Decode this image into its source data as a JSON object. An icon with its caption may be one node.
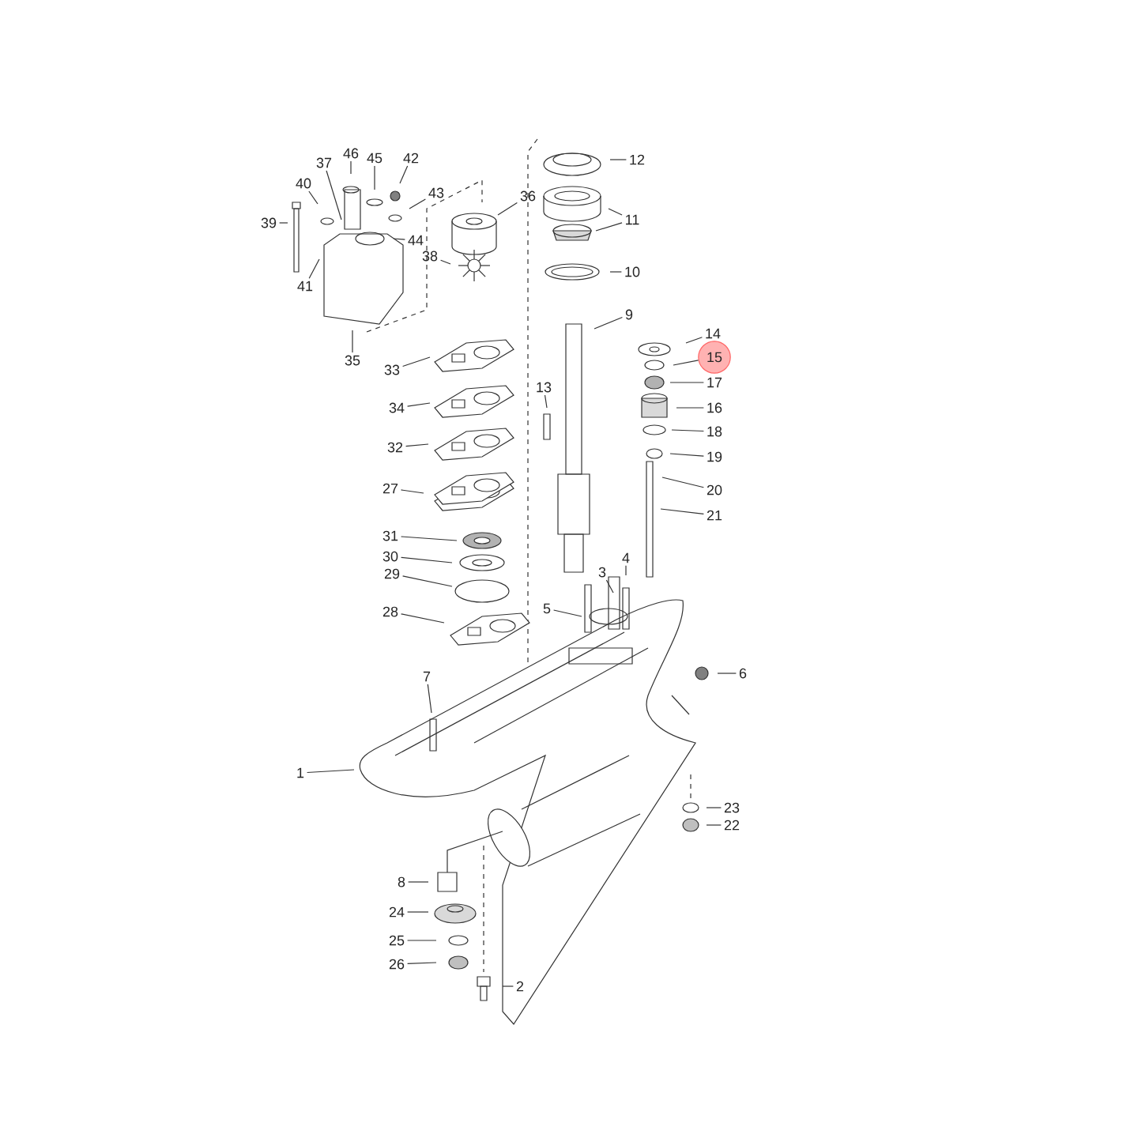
{
  "diagram": {
    "nodes": [
      {
        "text": [
          "46"
        ]
      },
      {
        "text": [
          "12"
        ]
      },
      {
        "text": [
          "37"
        ]
      },
      {
        "text": [
          "42"
        ]
      },
      {
        "text": [
          "45"
        ]
      },
      {
        "text": [
          "40"
        ]
      },
      {
        "text": [
          "43"
        ]
      },
      {
        "text": [
          "11"
        ]
      },
      {
        "text": [
          "39"
        ]
      },
      {
        "text": [
          "36"
        ]
      },
      {
        "text": [
          "44"
        ]
      },
      {
        "text": [
          "38"
        ]
      },
      {
        "text": [
          "10"
        ]
      },
      {
        "text": [
          "41"
        ]
      },
      {
        "text": [
          "9"
        ]
      },
      {
        "text": [
          "14"
        ]
      },
      {
        "text": [
          "35"
        ]
      },
      {
        "text": [
          "15"
        ]
      },
      {
        "text": [
          "33"
        ]
      },
      {
        "text": [
          "17"
        ]
      },
      {
        "text": [
          "13"
        ]
      },
      {
        "text": [
          "34"
        ]
      },
      {
        "text": [
          "16"
        ]
      },
      {
        "text": [
          "18"
        ]
      },
      {
        "text": [
          "32"
        ]
      },
      {
        "text": [
          "19"
        ]
      },
      {
        "text": [
          "20"
        ]
      },
      {
        "text": [
          "27"
        ]
      },
      {
        "text": [
          "21"
        ]
      },
      {
        "text": [
          "31"
        ]
      },
      {
        "text": [
          "30"
        ]
      },
      {
        "text": [
          "29"
        ]
      },
      {
        "text": [
          "3"
        ]
      },
      {
        "text": [
          "4"
        ]
      },
      {
        "text": [
          "5"
        ]
      },
      {
        "text": [
          "28"
        ]
      },
      {
        "text": [
          "6"
        ]
      },
      {
        "text": [
          "7"
        ]
      },
      {
        "text": [
          "1"
        ]
      },
      {
        "text": [
          "23"
        ]
      },
      {
        "text": [
          "22"
        ]
      },
      {
        "text": [
          "8"
        ]
      },
      {
        "text": [
          "24"
        ]
      },
      {
        "text": [
          "25"
        ]
      },
      {
        "text": [
          "26"
        ]
      },
      {
        "text": [
          "2"
        ]
      }
    ],
    "edges": [
      {
        "from": 0,
        "to": null,
        "arrow": "none"
      },
      {
        "from": 1,
        "to": null,
        "arrow": "none"
      },
      {
        "from": 2,
        "to": null,
        "arrow": "none"
      },
      {
        "from": 3,
        "to": null,
        "arrow": "none"
      },
      {
        "from": 4,
        "to": null,
        "arrow": "none"
      },
      {
        "from": 5,
        "to": null,
        "arrow": "none"
      },
      {
        "from": 6,
        "to": null,
        "arrow": "none"
      },
      {
        "from": 7,
        "to": null,
        "arrow": "none"
      },
      {
        "from": 7,
        "to": null,
        "arrow": "none"
      },
      {
        "from": 8,
        "to": null,
        "arrow": "none"
      },
      {
        "from": 9,
        "to": null,
        "arrow": "none"
      },
      {
        "from": 10,
        "to": null,
        "arrow": "none"
      },
      {
        "from": 11,
        "to": null,
        "arrow": "none"
      },
      {
        "from": 12,
        "to": null,
        "arrow": "none"
      },
      {
        "from": 13,
        "to": null,
        "arrow": "none"
      },
      {
        "from": 14,
        "to": null,
        "arrow": "none"
      },
      {
        "from": 15,
        "to": null,
        "arrow": "none"
      },
      {
        "from": 16,
        "to": null,
        "arrow": "none"
      },
      {
        "from": 17,
        "to": null,
        "arrow": "none"
      },
      {
        "from": 18,
        "to": null,
        "arrow": "none"
      },
      {
        "from": 19,
        "to": null,
        "arrow": "none"
      },
      {
        "from": 20,
        "to": null,
        "arrow": "none"
      },
      {
        "from": 21,
        "to": null,
        "arrow": "none"
      },
      {
        "from": 22,
        "to": null,
        "arrow": "none"
      },
      {
        "from": 23,
        "to": null,
        "arrow": "none"
      },
      {
        "from": 24,
        "to": null,
        "arrow": "none"
      },
      {
        "from": 25,
        "to": null,
        "arrow": "none"
      },
      {
        "from": 26,
        "to": null,
        "arrow": "none"
      },
      {
        "from": 27,
        "to": null,
        "arrow": "none"
      },
      {
        "from": 28,
        "to": null,
        "arrow": "none"
      },
      {
        "from": 29,
        "to": null,
        "arrow": "none"
      },
      {
        "from": 30,
        "to": null,
        "arrow": "none"
      },
      {
        "from": 31,
        "to": null,
        "arrow": "none"
      },
      {
        "from": 32,
        "to": null,
        "arrow": "none"
      },
      {
        "from": 33,
        "to": null,
        "arrow": "none"
      },
      {
        "from": 34,
        "to": null,
        "arrow": "none"
      },
      {
        "from": 35,
        "to": null,
        "arrow": "none"
      },
      {
        "from": 36,
        "to": null,
        "arrow": "none"
      },
      {
        "from": 37,
        "to": null,
        "arrow": "none"
      },
      {
        "from": 38,
        "to": null,
        "arrow": "none"
      },
      {
        "from": 39,
        "to": null,
        "arrow": "none"
      },
      {
        "from": 40,
        "to": null,
        "arrow": "none"
      },
      {
        "from": 41,
        "to": null,
        "arrow": "none"
      },
      {
        "from": 42,
        "to": null,
        "arrow": "none"
      },
      {
        "from": 43,
        "to": null,
        "arrow": "none"
      },
      {
        "from": 44,
        "to": null,
        "arrow": "none"
      },
      {
        "from": 45,
        "to": null,
        "arrow": "none"
      }
    ]
  }
}
